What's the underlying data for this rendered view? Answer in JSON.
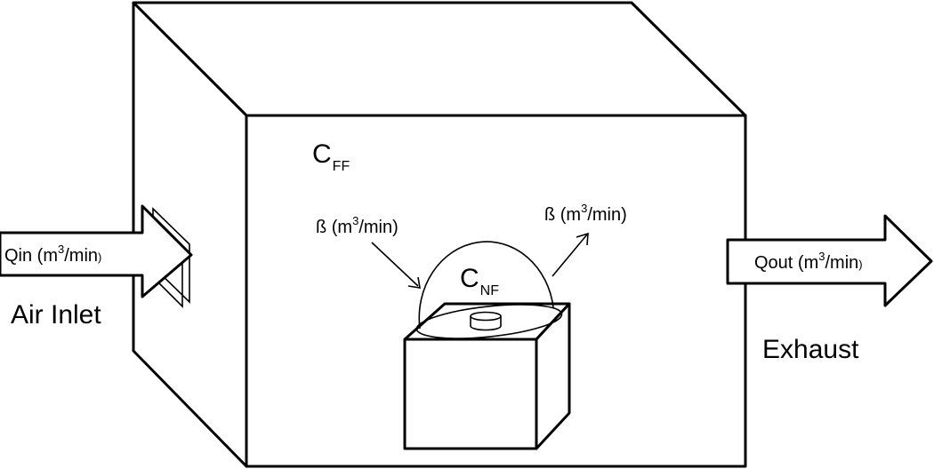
{
  "labels": {
    "c_ff_main": "C",
    "c_ff_sub": "FF",
    "c_nf_main": "C",
    "c_nf_sub": "NF",
    "beta_in_pre": "ß (m",
    "beta_in_exp": "3",
    "beta_in_post": "/min)",
    "beta_out_pre": "ß (m",
    "beta_out_exp": "3",
    "beta_out_post": "/min)",
    "qin_pre": "Qin (m",
    "qin_exp": "3",
    "qin_post": "/min",
    "qin_paren": ")",
    "qout_pre": "Qout (m",
    "qout_exp": "3",
    "qout_post": "/min",
    "qout_paren": ")",
    "air_inlet": "Air Inlet",
    "exhaust": "Exhaust"
  },
  "colors": {
    "stroke": "#000000",
    "background": "#ffffff"
  }
}
